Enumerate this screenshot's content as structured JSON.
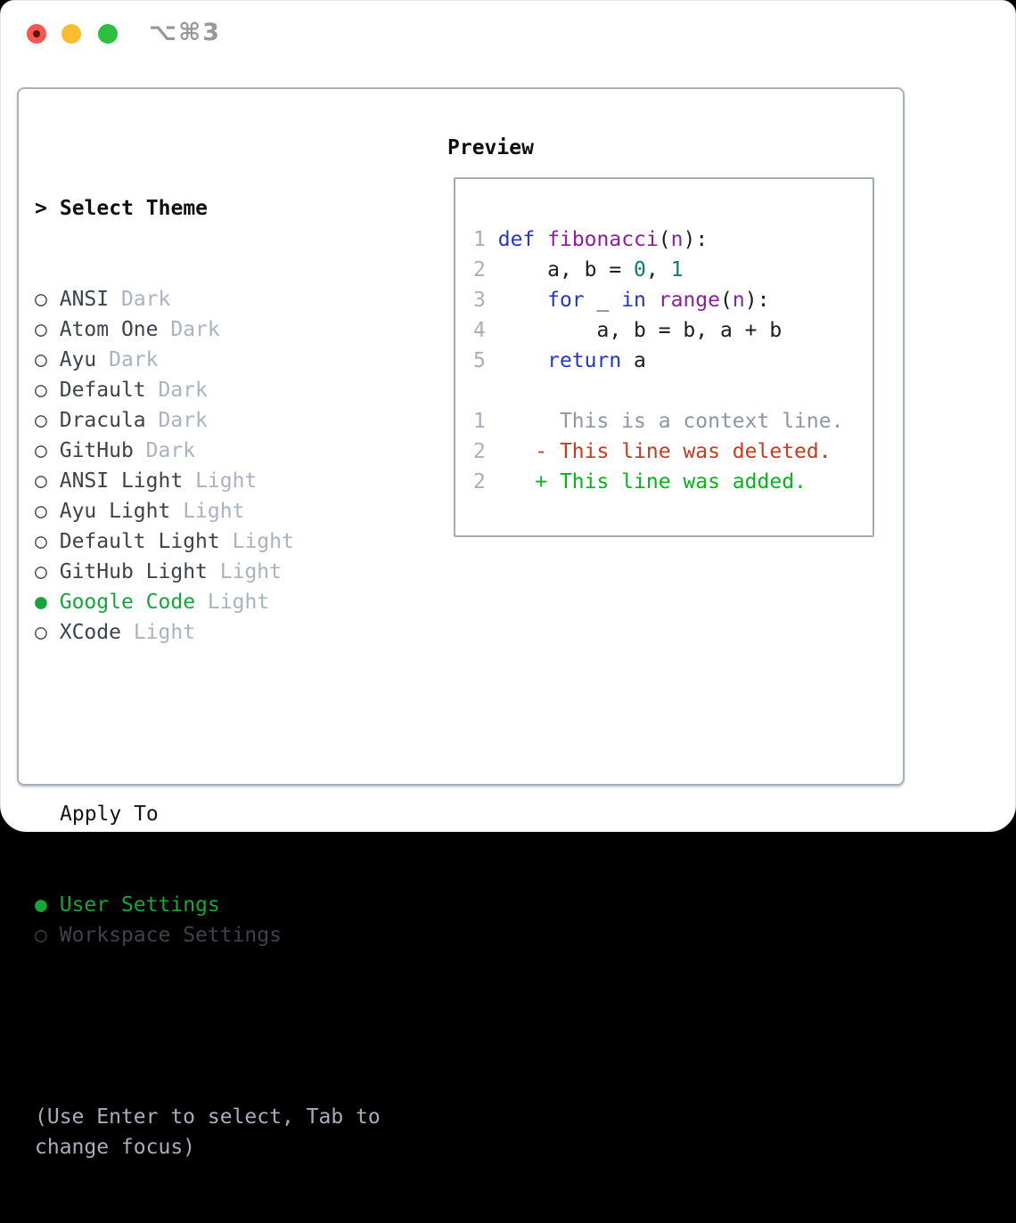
{
  "window": {
    "title": "⌥⌘3",
    "traffic_lights": {
      "close_color": "#f6574e",
      "minimize_color": "#fdbc2e",
      "zoom_color": "#2ebe41"
    }
  },
  "selector": {
    "prompt": ">",
    "title": "Select Theme",
    "themes": [
      {
        "name": "ANSI",
        "tag": "Dark",
        "selected": false
      },
      {
        "name": "Atom One",
        "tag": "Dark",
        "selected": false
      },
      {
        "name": "Ayu",
        "tag": "Dark",
        "selected": false
      },
      {
        "name": "Default",
        "tag": "Dark",
        "selected": false
      },
      {
        "name": "Dracula",
        "tag": "Dark",
        "selected": false
      },
      {
        "name": "GitHub",
        "tag": "Dark",
        "selected": false
      },
      {
        "name": "ANSI Light",
        "tag": "Light",
        "selected": false
      },
      {
        "name": "Ayu Light",
        "tag": "Light",
        "selected": false
      },
      {
        "name": "Default Light",
        "tag": "Light",
        "selected": false
      },
      {
        "name": "GitHub Light",
        "tag": "Light",
        "selected": false
      },
      {
        "name": "Google Code",
        "tag": "Light",
        "selected": true
      },
      {
        "name": "XCode",
        "tag": "Light",
        "selected": false
      }
    ],
    "apply_label": "Apply To",
    "apply_options": [
      {
        "name": "User Settings",
        "selected": true
      },
      {
        "name": "Workspace Settings",
        "selected": false
      }
    ],
    "hint": "(Use Enter to select, Tab to change focus)"
  },
  "preview": {
    "title": "Preview",
    "code_lines": [
      {
        "num": "1",
        "tokens": [
          {
            "t": " ",
            "s": "plain"
          },
          {
            "t": "def",
            "s": "keyword"
          },
          {
            "t": " ",
            "s": "plain"
          },
          {
            "t": "fibonacci",
            "s": "function"
          },
          {
            "t": "(",
            "s": "plain"
          },
          {
            "t": "n",
            "s": "param"
          },
          {
            "t": "):",
            "s": "plain"
          }
        ]
      },
      {
        "num": "2",
        "tokens": [
          {
            "t": "     a, b = ",
            "s": "plain"
          },
          {
            "t": "0",
            "s": "number"
          },
          {
            "t": ", ",
            "s": "plain"
          },
          {
            "t": "1",
            "s": "number"
          }
        ]
      },
      {
        "num": "3",
        "tokens": [
          {
            "t": "     ",
            "s": "plain"
          },
          {
            "t": "for",
            "s": "keyword"
          },
          {
            "t": " _ ",
            "s": "plain"
          },
          {
            "t": "in",
            "s": "keyword"
          },
          {
            "t": " ",
            "s": "plain"
          },
          {
            "t": "range",
            "s": "function"
          },
          {
            "t": "(",
            "s": "plain"
          },
          {
            "t": "n",
            "s": "param"
          },
          {
            "t": "):",
            "s": "plain"
          }
        ]
      },
      {
        "num": "4",
        "tokens": [
          {
            "t": "         a, b = b, a + b",
            "s": "plain"
          }
        ]
      },
      {
        "num": "5",
        "tokens": [
          {
            "t": "     ",
            "s": "plain"
          },
          {
            "t": "return",
            "s": "keyword"
          },
          {
            "t": " a",
            "s": "plain"
          }
        ]
      }
    ],
    "diff_lines": [
      {
        "num": "1",
        "text": "      This is a context line.",
        "style": "context"
      },
      {
        "num": "2",
        "text": "    - This line was deleted.",
        "style": "deleted"
      },
      {
        "num": "2",
        "text": "    + This line was added.",
        "style": "added"
      }
    ]
  },
  "colors": {
    "plain": "#1b1c1f",
    "keyword": "#2336c4",
    "function": "#8c1e9e",
    "number": "#0b7a70",
    "param": "#7c2a9c",
    "linenum": "#a6b0bd",
    "context": "#8d96a1",
    "deleted": "#c63a22",
    "added": "#06b41b",
    "selected": "#17a53b",
    "item": "#3d434b",
    "dim": "#a9b2c0",
    "hint": "#a6aebb"
  }
}
